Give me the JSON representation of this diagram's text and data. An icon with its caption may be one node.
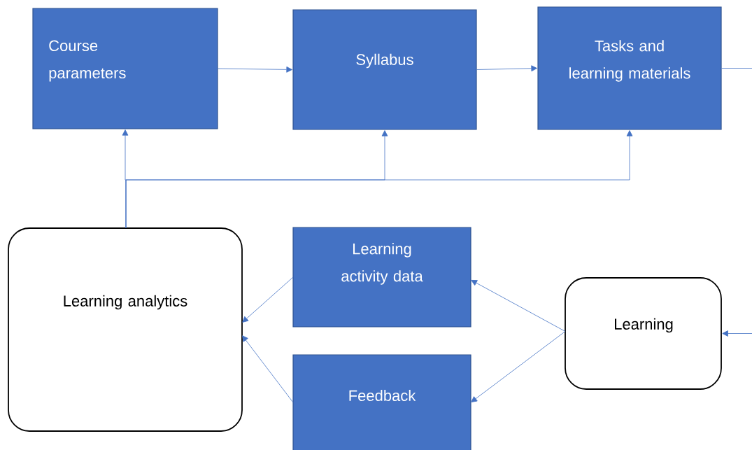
{
  "diagram": {
    "nodes": [
      {
        "text": [
          "Course parameters"
        ]
      },
      {
        "text": [
          "Syllabus"
        ]
      },
      {
        "text": [
          "Tasks and learning materials"
        ]
      },
      {
        "text": [
          "Learning analytics"
        ]
      },
      {
        "text": [
          "Learning activity data"
        ]
      },
      {
        "text": [
          "Learning"
        ]
      },
      {
        "text": [
          "Feedback"
        ]
      }
    ],
    "edges": [
      {
        "from": 0,
        "to": 1,
        "arrow": "to"
      },
      {
        "from": 1,
        "to": 2,
        "arrow": "to"
      },
      {
        "from": 2,
        "to": null,
        "arrow": "none"
      },
      {
        "from": null,
        "to": 5,
        "arrow": "to"
      },
      {
        "from": 3,
        "to": 0,
        "arrow": "to"
      },
      {
        "from": 3,
        "to": 1,
        "arrow": "to"
      },
      {
        "from": 3,
        "to": 2,
        "arrow": "to"
      },
      {
        "from": 4,
        "to": 3,
        "arrow": "to"
      },
      {
        "from": 6,
        "to": 3,
        "arrow": "to"
      },
      {
        "from": 5,
        "to": 4,
        "arrow": "to"
      },
      {
        "from": 5,
        "to": 6,
        "arrow": "to"
      }
    ]
  }
}
